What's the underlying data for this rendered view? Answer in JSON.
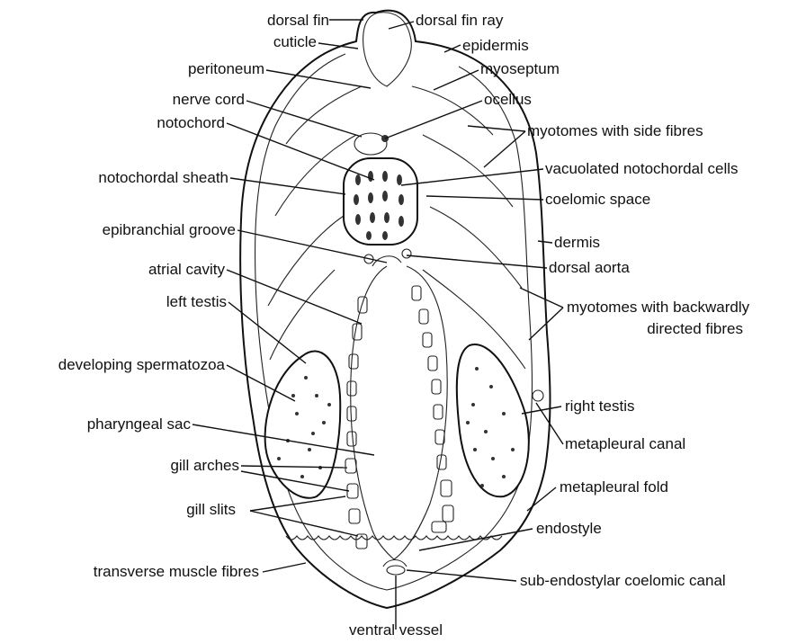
{
  "labels": {
    "dorsal_fin": "dorsal fin",
    "dorsal_fin_ray": "dorsal fin ray",
    "cuticle": "cuticle",
    "epidermis": "epidermis",
    "peritoneum": "peritoneum",
    "myoseptum": "myoseptum",
    "nerve_cord": "nerve cord",
    "ocellus": "ocellus",
    "notochord": "notochord",
    "myotomes_side": "myotomes with side fibres",
    "notochordal_sheath": "notochordal sheath",
    "vacuolated_cells": "vacuolated notochordal cells",
    "coelomic_space": "coelomic space",
    "epibranchial_groove": "epibranchial groove",
    "dermis": "dermis",
    "atrial_cavity": "atrial cavity",
    "dorsal_aorta": "dorsal aorta",
    "left_testis": "left testis",
    "myotomes_back_1": "myotomes with backwardly",
    "myotomes_back_2": "directed fibres",
    "developing_spermatozoa": "developing spermatozoa",
    "right_testis": "right testis",
    "pharyngeal_sac": "pharyngeal sac",
    "metapleural_canal": "metapleural canal",
    "gill_arches": "gill arches",
    "metapleural_fold": "metapleural fold",
    "gill_slits": "gill slits",
    "endostyle": "endostyle",
    "transverse_muscle_fibres": "transverse muscle fibres",
    "sub_endostylar_canal": "sub-endostylar coelomic canal",
    "ventral_vessel": "ventral vessel"
  }
}
